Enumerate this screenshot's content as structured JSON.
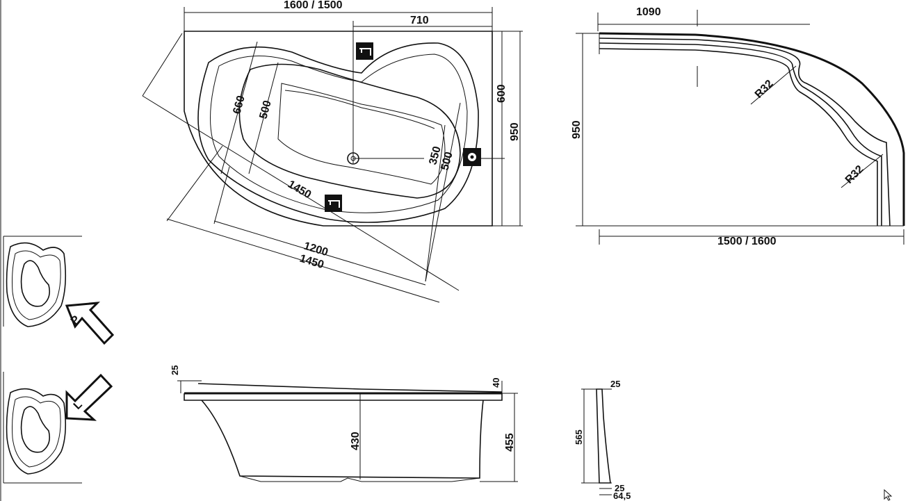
{
  "top_view": {
    "width_overall": "1600 / 1500",
    "tap_offset": "710",
    "depth_short": "600",
    "depth_overall": "950",
    "inner_diagonal": "660",
    "inner_width": "500",
    "drain_offset": "350",
    "drain_width": "500",
    "length_inner": "1450",
    "length_bottom_1": "1200",
    "length_bottom_2": "1450"
  },
  "panel_view": {
    "top_width": "1090",
    "height": "950",
    "radius_1": "R32",
    "radius_2": "R32",
    "bottom_width": "1500 / 1600"
  },
  "side_view": {
    "rim_left": "25",
    "rim_right": "40",
    "inner_depth": "430",
    "overall_height": "455"
  },
  "panel_section": {
    "top": "25",
    "height": "565",
    "bottom_1": "25",
    "bottom_2": "64,5"
  },
  "orientation": {
    "right_label": "P",
    "left_label": "L"
  },
  "icons": [
    "tap-icon",
    "overflow-icon",
    "cursor-icon"
  ]
}
